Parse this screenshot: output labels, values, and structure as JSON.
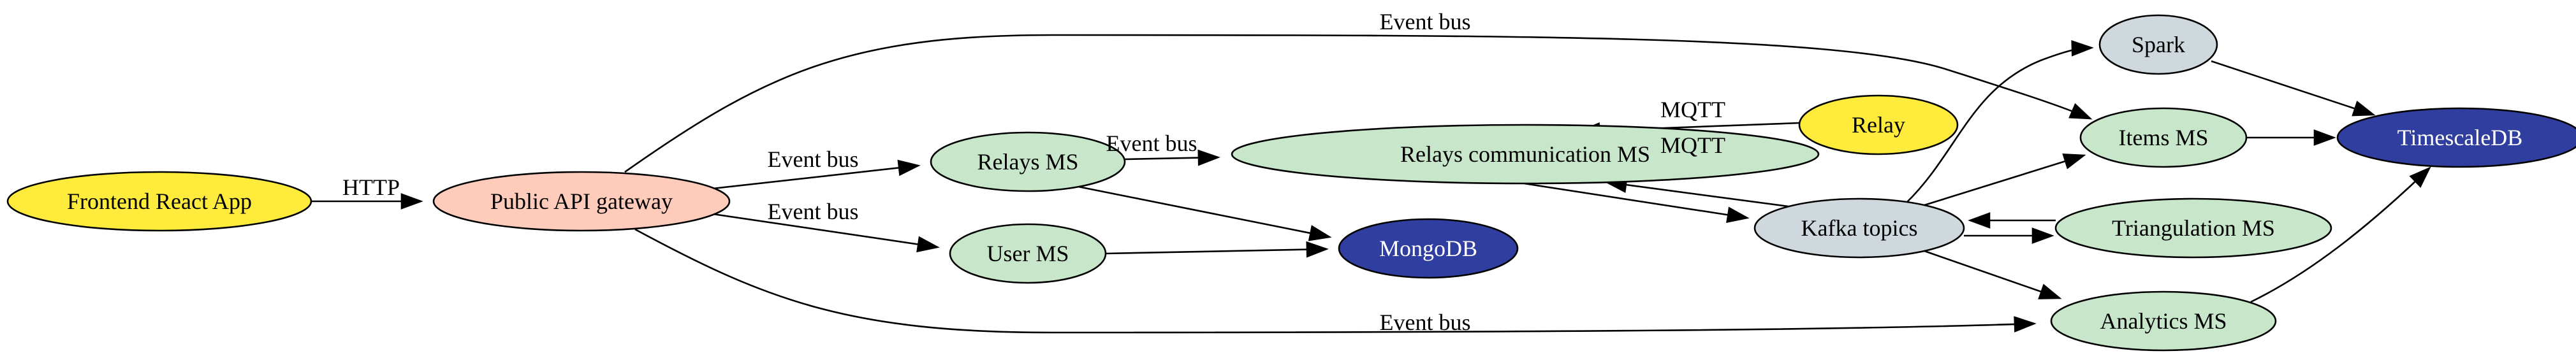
{
  "colors": {
    "yellow": "#ffeb3b",
    "salmon": "#ffccbc",
    "green": "#c8e6c9",
    "grey": "#cfd8dc",
    "navy": "#303f9f",
    "white_text": "#ffffff",
    "black_text": "#000000"
  },
  "nodes": [
    {
      "id": "frontend",
      "label": "Frontend React App",
      "fill": "yellow"
    },
    {
      "id": "gateway",
      "label": "Public API gateway",
      "fill": "salmon"
    },
    {
      "id": "relays_ms",
      "label": "Relays MS",
      "fill": "green"
    },
    {
      "id": "user_ms",
      "label": "User MS",
      "fill": "green"
    },
    {
      "id": "relays_comm",
      "label": "Relays communication MS",
      "fill": "green"
    },
    {
      "id": "mongodb",
      "label": "MongoDB",
      "fill": "navy",
      "text": "white_text"
    },
    {
      "id": "relay",
      "label": "Relay",
      "fill": "yellow"
    },
    {
      "id": "kafka",
      "label": "Kafka topics",
      "fill": "grey"
    },
    {
      "id": "spark",
      "label": "Spark",
      "fill": "grey"
    },
    {
      "id": "items_ms",
      "label": "Items MS",
      "fill": "green"
    },
    {
      "id": "triangulation_ms",
      "label": "Triangulation MS",
      "fill": "green"
    },
    {
      "id": "analytics_ms",
      "label": "Analytics MS",
      "fill": "green"
    },
    {
      "id": "timescaledb",
      "label": "TimescaleDB",
      "fill": "navy",
      "text": "white_text"
    }
  ],
  "edges": [
    {
      "id": "frontend-gateway",
      "from": "frontend",
      "to": "gateway",
      "label": "HTTP"
    },
    {
      "id": "gateway-relays",
      "from": "gateway",
      "to": "relays_ms",
      "label": "Event bus"
    },
    {
      "id": "gateway-user",
      "from": "gateway",
      "to": "user_ms",
      "label": "Event bus"
    },
    {
      "id": "gateway-items",
      "from": "gateway",
      "to": "items_ms",
      "label": "Event bus"
    },
    {
      "id": "gateway-analytics",
      "from": "gateway",
      "to": "analytics_ms",
      "label": "Event bus"
    },
    {
      "id": "relays-comm",
      "from": "relays_ms",
      "to": "relays_comm",
      "label": "Event bus"
    },
    {
      "id": "relays-mongo",
      "from": "relays_ms",
      "to": "mongodb",
      "label": ""
    },
    {
      "id": "user-mongo",
      "from": "user_ms",
      "to": "mongodb",
      "label": ""
    },
    {
      "id": "relay-comm",
      "from": "relay",
      "to": "relays_comm",
      "label": "MQTT"
    },
    {
      "id": "comm-relay",
      "from": "relays_comm",
      "to": "relay",
      "label": "MQTT"
    },
    {
      "id": "comm-kafka",
      "from": "relays_comm",
      "to": "kafka",
      "label": ""
    },
    {
      "id": "kafka-comm",
      "from": "kafka",
      "to": "relays_comm",
      "label": ""
    },
    {
      "id": "kafka-spark",
      "from": "kafka",
      "to": "spark",
      "label": ""
    },
    {
      "id": "kafka-items",
      "from": "kafka",
      "to": "items_ms",
      "label": ""
    },
    {
      "id": "kafka-triangulation",
      "from": "kafka",
      "to": "triangulation_ms",
      "label": ""
    },
    {
      "id": "triangulation-kafka",
      "from": "triangulation_ms",
      "to": "kafka",
      "label": ""
    },
    {
      "id": "kafka-analytics",
      "from": "kafka",
      "to": "analytics_ms",
      "label": ""
    },
    {
      "id": "spark-timescale",
      "from": "spark",
      "to": "timescaledb",
      "label": ""
    },
    {
      "id": "items-timescale",
      "from": "items_ms",
      "to": "timescaledb",
      "label": ""
    },
    {
      "id": "analytics-timescale",
      "from": "analytics_ms",
      "to": "timescaledb",
      "label": ""
    }
  ]
}
